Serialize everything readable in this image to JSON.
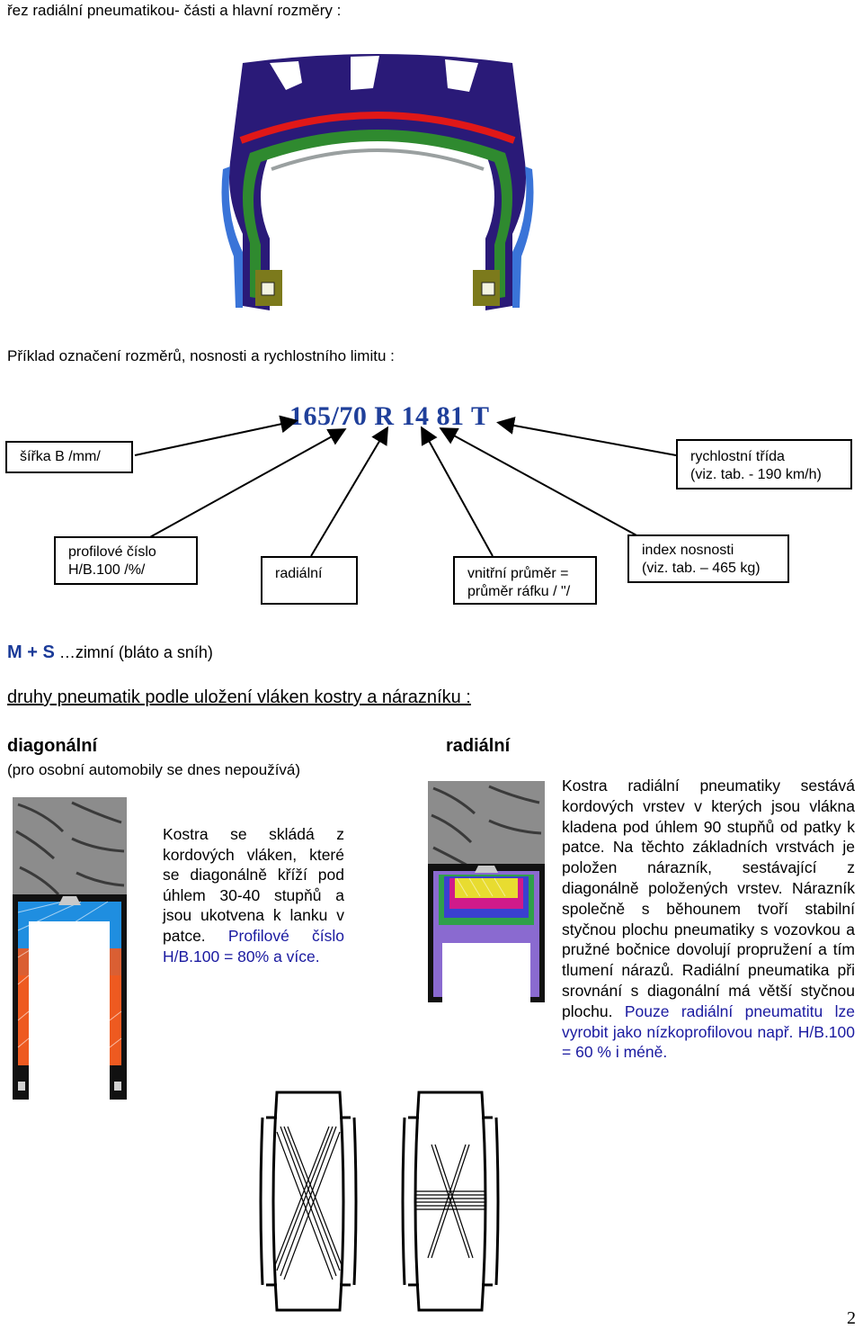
{
  "heading_cross_section": "řez radiální pneumatikou- části a hlavní rozměry :",
  "heading_example": "Příklad označení rozměrů, nosnosti a rychlostního limitu :",
  "tire_code": "165/70 R 14 81 T",
  "boxes": {
    "width": "šířka B /mm/",
    "speed_class_l1": "rychlostní třída",
    "speed_class_l2": "(viz. tab. - 190 km/h)",
    "profile_l1": "profilové číslo",
    "profile_l2": "H/B.100 /%/",
    "radial": "radiální",
    "inner_diam_l1": "vnitřní průměr =",
    "inner_diam_l2": "průměr ráfku / \"/",
    "load_index_l1": "index nosnosti",
    "load_index_l2": "(viz. tab. – 465 kg)"
  },
  "ms_label": "M + S",
  "ms_text": "…zimní (bláto a sníh)",
  "types_heading": "druhy pneumatik podle uložení vláken kostry a nárazníku :",
  "diagonal": {
    "title": "diagonální",
    "subtitle": "(pro osobní automobily se dnes nepoužívá)",
    "text": "Kostra se skládá z kordových vláken, které se diagonálně kříží pod úhlem 30-40 stupňů a jsou ukotvena k lanku v patce.",
    "text_blue": "Profilové číslo H/B.100 = 80% a více."
  },
  "radial": {
    "title": "radiální",
    "text": "Kostra radiální pneumatiky sestává kordových vrstev v kterých jsou vlákna kladena pod úhlem 90 stupňů od patky k patce. Na těchto základních vrstvách je položen nárazník, sestávající z diagonálně položených vrstev. Nárazník společně s běhounem tvoří stabilní styčnou plochu pneumatiky s vozovkou a pružné bočnice dovolují propružení a tím tlumení nárazů. Radiální pneumatika při srovnání s diagonální má větší styčnou plochu.",
    "text_blue": "Pouze radiální pneumatitu lze vyrobit jako nízkoprofilovou např. H/B.100 = 60 % i méně."
  },
  "page_number": "2",
  "colors": {
    "tread_navy": "#2a1a78",
    "belt_red": "#e01818",
    "ply_green": "#2f8a2f",
    "sidewall_blue": "#3a74d8",
    "bead_olive": "#7c7a1c",
    "code_blue": "#1f3f9a",
    "text_blue": "#1a1aa0",
    "cord_blue": "#1f8ee0",
    "cord_orange": "#ee5a20",
    "tread_grey": "#8c8c8c"
  },
  "icons": {
    "tire_cross_section": "tire-cross-section-illustration",
    "diagonal_tire": "diagonal-tire-illustration",
    "radial_tire": "radial-tire-illustration",
    "diagonal_pattern": "diagonal-cord-pattern-diagram",
    "radial_pattern": "radial-cord-pattern-diagram"
  }
}
